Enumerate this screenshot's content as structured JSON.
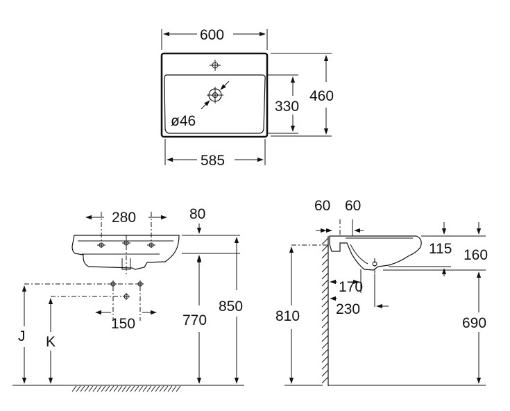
{
  "top_view": {
    "width": "600",
    "depth": "460",
    "basin_depth": "330",
    "basin_width": "585",
    "hole_diameter": "ø46"
  },
  "front_view": {
    "tap_span": "280",
    "rim_height": "80",
    "waste_span": "150",
    "height_770": "770",
    "height_850": "850",
    "label_j": "J",
    "label_k": "K"
  },
  "side_view": {
    "wall_60_a": "60",
    "wall_60_b": "60",
    "depth_115": "115",
    "depth_160": "160",
    "offset_170": "170",
    "offset_230": "230",
    "height_810": "810",
    "height_690": "690"
  }
}
